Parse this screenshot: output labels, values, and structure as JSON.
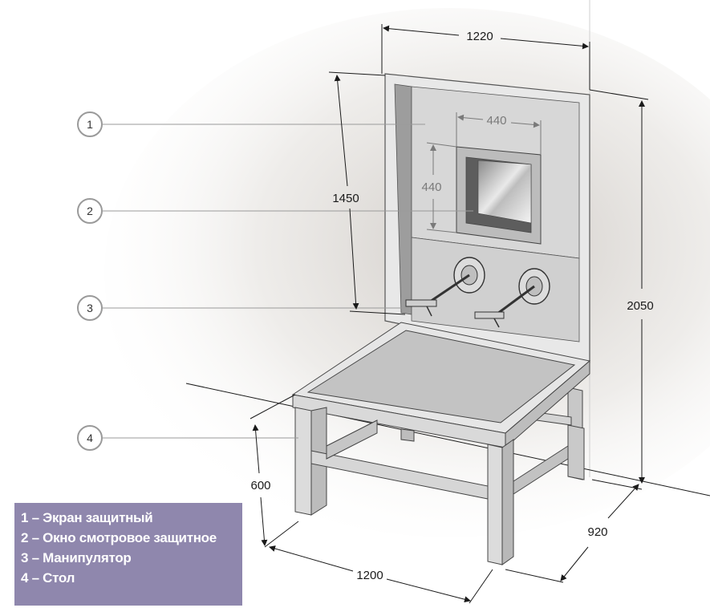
{
  "dimensions": {
    "screen_width": "1220",
    "total_height": "2050",
    "screen_height": "1450",
    "window_width": "440",
    "window_height": "440",
    "table_height": "600",
    "table_width": "1200",
    "table_depth": "920"
  },
  "callouts": [
    "1",
    "2",
    "3",
    "4"
  ],
  "legend": [
    "1 – Экран защитный",
    "2 – Окно смотровое защитное",
    "3 – Манипулятор",
    "4 – Стол"
  ],
  "colors": {
    "legend_bg": "#8f87ad",
    "panel": "#d4d4d4",
    "frame": "#e6e6e6",
    "shadow": "#b9b9b9"
  }
}
